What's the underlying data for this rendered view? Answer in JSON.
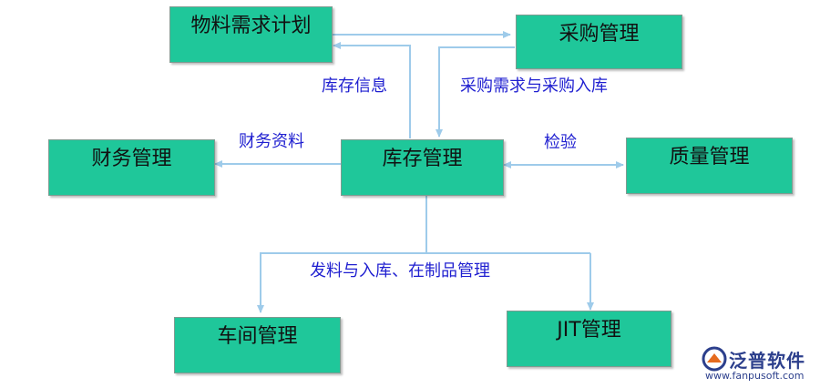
{
  "boxes": {
    "material_planning": "物料需求计划",
    "purchasing": "采购管理",
    "finance": "财务管理",
    "inventory": "库存管理",
    "quality": "质量管理",
    "workshop": "车间管理",
    "jit": "JIT管理"
  },
  "labels": {
    "inventory_info": "库存信息",
    "purchase_demand_receipt": "采购需求与采购入库",
    "financial_data": "财务资料",
    "inspection": "检验",
    "issue_and_receipt": "发料与入库、在制品管理"
  },
  "logo": {
    "name": "泛普软件",
    "url": "www.fanpusoft.com"
  },
  "colors": {
    "box_fill": "#1fc79a",
    "arrow": "#9ecbea",
    "label_text": "#1f1fd0"
  }
}
